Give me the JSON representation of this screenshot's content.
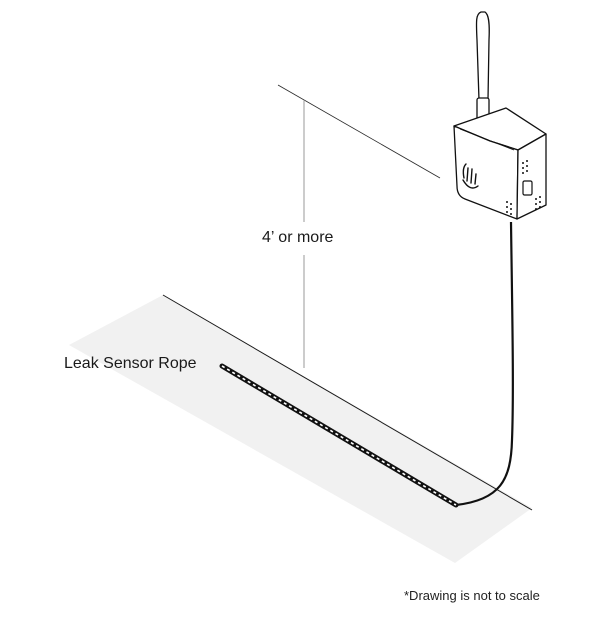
{
  "labels": {
    "height": "4’ or more",
    "rope": "Leak Sensor Rope",
    "note": "*Drawing is not to scale"
  },
  "colors": {
    "floor": "#f1f1f1",
    "line": "#1a1a1a",
    "guide": "#9a9a9a",
    "device": "#ffffff"
  },
  "icons": {
    "device": "wifi-leak-hub",
    "device_logo": "hand-logo"
  }
}
